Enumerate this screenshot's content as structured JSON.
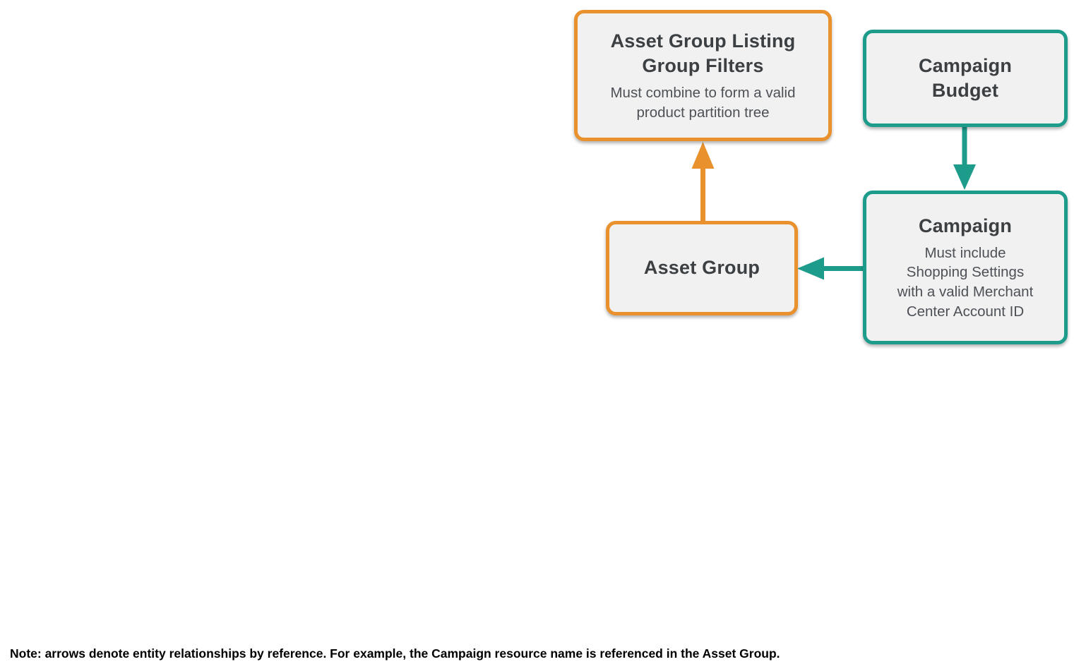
{
  "colors": {
    "orange": "#E8912D",
    "teal": "#1E9C8B",
    "box_fill": "#F1F1F2",
    "title_text": "#3C4043",
    "subtitle_text": "#4D5156",
    "note_text": "#000000"
  },
  "diagram": {
    "nodes": [
      {
        "id": "asset-group-listing-group-filters",
        "title": "Asset Group Listing\nGroup Filters",
        "subtitle": "Must combine to form a valid\nproduct partition tree",
        "accent": "orange"
      },
      {
        "id": "campaign-budget",
        "title": "Campaign\nBudget",
        "subtitle": "",
        "accent": "teal"
      },
      {
        "id": "campaign",
        "title": "Campaign",
        "subtitle": "Must include\nShopping Settings\nwith a valid Merchant\nCenter Account ID",
        "accent": "teal"
      },
      {
        "id": "asset-group",
        "title": "Asset Group",
        "subtitle": "",
        "accent": "orange"
      }
    ],
    "edges": [
      {
        "from": "asset-group",
        "to": "asset-group-listing-group-filters",
        "color": "orange",
        "direction": "up"
      },
      {
        "from": "campaign-budget",
        "to": "campaign",
        "color": "teal",
        "direction": "down"
      },
      {
        "from": "campaign",
        "to": "asset-group",
        "color": "teal",
        "direction": "left"
      }
    ]
  },
  "note": "Note: arrows denote entity relationships by reference. For example, the Campaign resource name is referenced in the Asset Group."
}
